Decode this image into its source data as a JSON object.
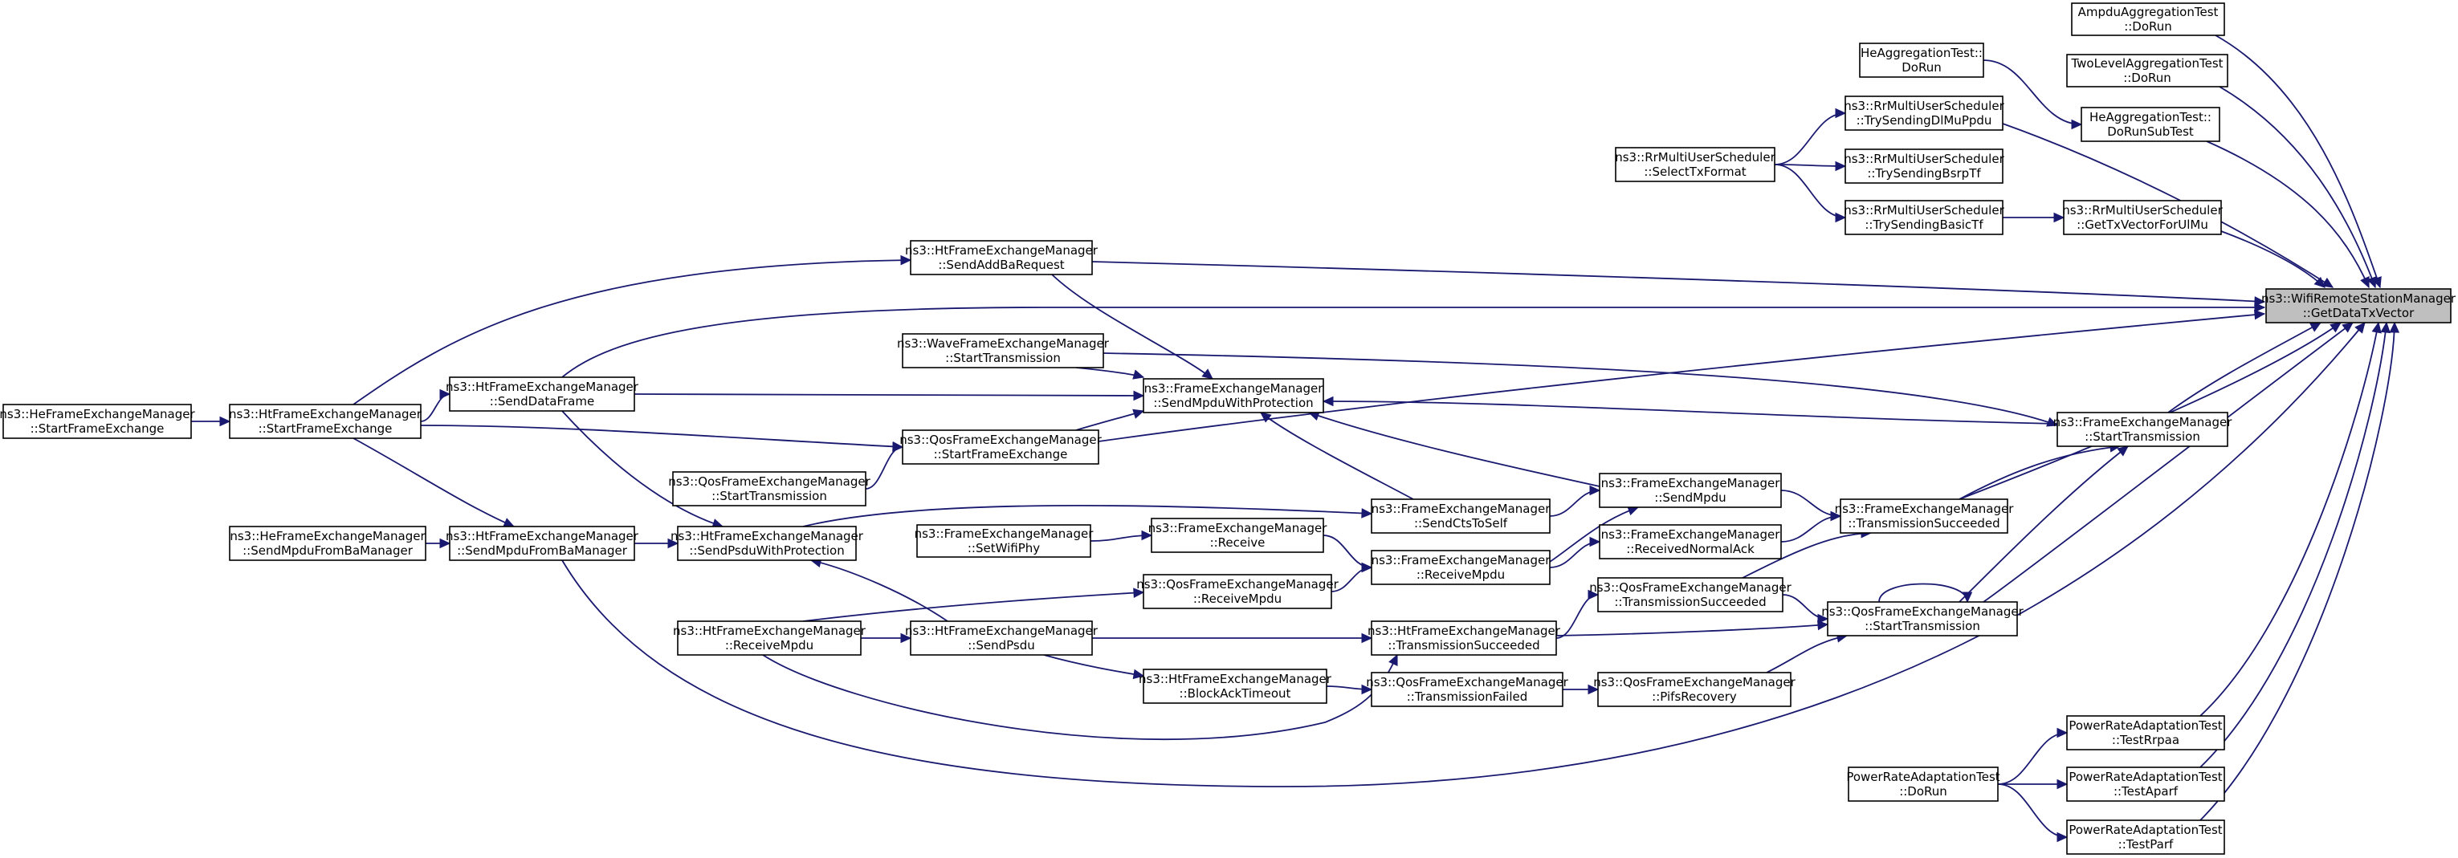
{
  "graph": {
    "nodes": [
      {
        "id": "root",
        "lines": [
          "ns3::WifiRemoteStationManager",
          "::GetDataTxVector"
        ],
        "root": true
      },
      {
        "id": "ampdu",
        "lines": [
          "AmpduAggregationTest",
          "::DoRun"
        ]
      },
      {
        "id": "twolevel",
        "lines": [
          "TwoLevelAggregationTest",
          "::DoRun"
        ]
      },
      {
        "id": "heagg",
        "lines": [
          "HeAggregationTest::",
          "DoRun"
        ]
      },
      {
        "id": "heaggsub",
        "lines": [
          "HeAggregationTest::",
          "DoRunSubTest"
        ]
      },
      {
        "id": "rr_selecttx",
        "lines": [
          "ns3::RrMultiUserScheduler",
          "::SelectTxFormat"
        ]
      },
      {
        "id": "rr_dlmu",
        "lines": [
          "ns3::RrMultiUserScheduler",
          "::TrySendingDlMuPpdu"
        ]
      },
      {
        "id": "rr_bsrp",
        "lines": [
          "ns3::RrMultiUserScheduler",
          "::TrySendingBsrpTf"
        ]
      },
      {
        "id": "rr_basic",
        "lines": [
          "ns3::RrMultiUserScheduler",
          "::TrySendingBasicTf"
        ]
      },
      {
        "id": "rr_getul",
        "lines": [
          "ns3::RrMultiUserScheduler",
          "::GetTxVectorForUlMu"
        ]
      },
      {
        "id": "ht_addba",
        "lines": [
          "ns3::HtFrameExchangeManager",
          "::SendAddBaRequest"
        ]
      },
      {
        "id": "wave_start",
        "lines": [
          "ns3::WaveFrameExchangeManager",
          "::StartTransmission"
        ]
      },
      {
        "id": "fem_sendprot",
        "lines": [
          "ns3::FrameExchangeManager",
          "::SendMpduWithProtection"
        ]
      },
      {
        "id": "he_startfe",
        "lines": [
          "ns3::HeFrameExchangeManager",
          "::StartFrameExchange"
        ]
      },
      {
        "id": "ht_startfe",
        "lines": [
          "ns3::HtFrameExchangeManager",
          "::StartFrameExchange"
        ]
      },
      {
        "id": "ht_senddata",
        "lines": [
          "ns3::HtFrameExchangeManager",
          "::SendDataFrame"
        ]
      },
      {
        "id": "qos_startfe",
        "lines": [
          "ns3::QosFrameExchangeManager",
          "::StartFrameExchange"
        ]
      },
      {
        "id": "qos_starttx",
        "lines": [
          "ns3::QosFrameExchangeManager",
          "::StartTransmission"
        ]
      },
      {
        "id": "fem_starttx",
        "lines": [
          "ns3::FrameExchangeManager",
          "::StartTransmission"
        ]
      },
      {
        "id": "fem_sendmpdu",
        "lines": [
          "ns3::FrameExchangeManager",
          "::SendMpdu"
        ]
      },
      {
        "id": "fem_cts",
        "lines": [
          "ns3::FrameExchangeManager",
          "::SendCtsToSelf"
        ]
      },
      {
        "id": "fem_txsucc",
        "lines": [
          "ns3::FrameExchangeManager",
          "::TransmissionSucceeded"
        ]
      },
      {
        "id": "he_sendfromba",
        "lines": [
          "ns3::HeFrameExchangeManager",
          "::SendMpduFromBaManager"
        ]
      },
      {
        "id": "ht_sendfromba",
        "lines": [
          "ns3::HtFrameExchangeManager",
          "::SendMpduFromBaManager"
        ]
      },
      {
        "id": "ht_sendpsduprot",
        "lines": [
          "ns3::HtFrameExchangeManager",
          "::SendPsduWithProtection"
        ]
      },
      {
        "id": "fem_setwifiphy",
        "lines": [
          "ns3::FrameExchangeManager",
          "::SetWifiPhy"
        ]
      },
      {
        "id": "fem_receive",
        "lines": [
          "ns3::FrameExchangeManager",
          "::Receive"
        ]
      },
      {
        "id": "fem_recvmpdu",
        "lines": [
          "ns3::FrameExchangeManager",
          "::ReceiveMpdu"
        ]
      },
      {
        "id": "fem_recvnormal",
        "lines": [
          "ns3::FrameExchangeManager",
          "::ReceivedNormalAck"
        ]
      },
      {
        "id": "qos_recvmpdu",
        "lines": [
          "ns3::QosFrameExchangeManager",
          "::ReceiveMpdu"
        ]
      },
      {
        "id": "qos_txsucc",
        "lines": [
          "ns3::QosFrameExchangeManager",
          "::TransmissionSucceeded"
        ]
      },
      {
        "id": "qos_starttx2",
        "lines": [
          "ns3::QosFrameExchangeManager",
          "::StartTransmission"
        ]
      },
      {
        "id": "ht_recvmpdu",
        "lines": [
          "ns3::HtFrameExchangeManager",
          "::ReceiveMpdu"
        ]
      },
      {
        "id": "ht_sendpsdu",
        "lines": [
          "ns3::HtFrameExchangeManager",
          "::SendPsdu"
        ]
      },
      {
        "id": "ht_txsucc",
        "lines": [
          "ns3::HtFrameExchangeManager",
          "::TransmissionSucceeded"
        ]
      },
      {
        "id": "ht_bato",
        "lines": [
          "ns3::HtFrameExchangeManager",
          "::BlockAckTimeout"
        ]
      },
      {
        "id": "qos_txfail",
        "lines": [
          "ns3::QosFrameExchangeManager",
          "::TransmissionFailed"
        ]
      },
      {
        "id": "qos_pifs",
        "lines": [
          "ns3::QosFrameExchangeManager",
          "::PifsRecovery"
        ]
      },
      {
        "id": "pra_rrpaa",
        "lines": [
          "PowerRateAdaptationTest",
          "::TestRrpaa"
        ]
      },
      {
        "id": "pra_dorun",
        "lines": [
          "PowerRateAdaptationTest",
          "::DoRun"
        ]
      },
      {
        "id": "pra_aparf",
        "lines": [
          "PowerRateAdaptationTest",
          "::TestAparf"
        ]
      },
      {
        "id": "pra_parf",
        "lines": [
          "PowerRateAdaptationTest",
          "::TestParf"
        ]
      }
    ]
  }
}
